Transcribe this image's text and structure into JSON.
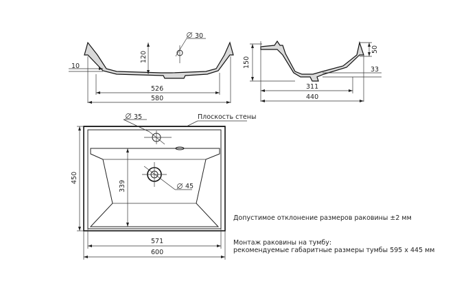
{
  "dims": {
    "front": {
      "d30": "30",
      "h120": "120",
      "d10": "10",
      "w526": "526",
      "w580": "580"
    },
    "side": {
      "h150": "150",
      "h50": "50",
      "h33": "33",
      "w311": "311",
      "w440": "440"
    },
    "top": {
      "d35": "35",
      "d45": "45",
      "h450": "450",
      "h339": "339",
      "w571": "571",
      "w600": "600",
      "wall_plane": "Плоскость стены"
    }
  },
  "notes": {
    "tolerance": "Допустимое отклонение размеров раковины ±2 мм",
    "mount_line1": "Монтаж раковины на тумбу:",
    "mount_line2": "рекомендуемые габаритные размеры тумбы 595 x 445 мм"
  }
}
